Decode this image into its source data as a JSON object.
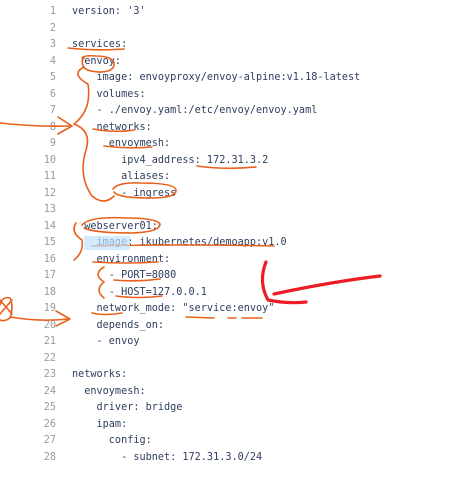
{
  "editor": {
    "lines": [
      {
        "n": "1",
        "text": "version: '3'"
      },
      {
        "n": "2",
        "text": ""
      },
      {
        "n": "3",
        "text": "services:"
      },
      {
        "n": "4",
        "text": "  envoy:"
      },
      {
        "n": "5",
        "text": "    image: envoyproxy/envoy-alpine:v1.18-latest"
      },
      {
        "n": "6",
        "text": "    volumes:"
      },
      {
        "n": "7",
        "text": "    - ./envoy.yaml:/etc/envoy/envoy.yaml"
      },
      {
        "n": "8",
        "text": "    networks:"
      },
      {
        "n": "9",
        "text": "      envoymesh:"
      },
      {
        "n": "10",
        "text": "        ipv4_address: 172.31.3.2"
      },
      {
        "n": "11",
        "text": "        aliases:"
      },
      {
        "n": "12",
        "text": "        - ingress"
      },
      {
        "n": "13",
        "text": ""
      },
      {
        "n": "14",
        "text": "  webserver01:"
      },
      {
        "n": "15",
        "text": "    image: ikubernetes/demoapp:v1.0"
      },
      {
        "n": "16",
        "text": "    environment:"
      },
      {
        "n": "17",
        "text": "      - PORT=8080"
      },
      {
        "n": "18",
        "text": "      - HOST=127.0.0.1"
      },
      {
        "n": "19",
        "text": "    network_mode: \"service:envoy\""
      },
      {
        "n": "20",
        "text": "    depends_on:"
      },
      {
        "n": "21",
        "text": "    - envoy"
      },
      {
        "n": "22",
        "text": ""
      },
      {
        "n": "23",
        "text": "networks:"
      },
      {
        "n": "24",
        "text": "  envoymesh:"
      },
      {
        "n": "25",
        "text": "    driver: bridge"
      },
      {
        "n": "26",
        "text": "    ipam:"
      },
      {
        "n": "27",
        "text": "      config:"
      },
      {
        "n": "28",
        "text": "        - subnet: 172.31.3.0/24"
      }
    ]
  },
  "annotation_colors": {
    "orange": "#e8601c",
    "red": "#ee1c24",
    "selection": "#bfe3ff"
  }
}
